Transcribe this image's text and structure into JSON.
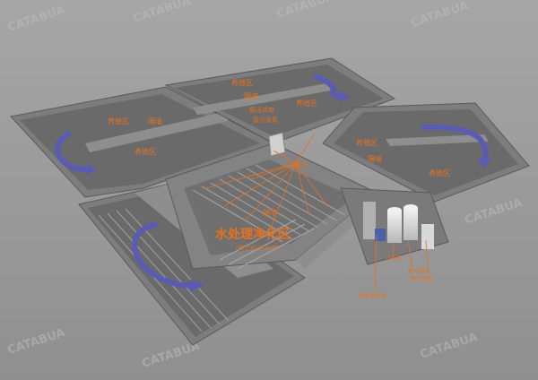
{
  "watermark": "CATABUA",
  "labels": {
    "breeding_zone_a": "养殖区",
    "dam_a": "隔墙",
    "breeding_zone_b": "养殖区",
    "breeding_zone_c": "养殖区",
    "dam_b": "隔墙",
    "sewage_center_1": "集污井南",
    "sewage_center_2": "管污泥系",
    "breeding_zone_d": "养殖区",
    "breeding_zone_e": "养殖区",
    "dam_c": "隔墙",
    "breeding_zone_f": "养殖区",
    "drain_top": "集污",
    "dam_d": "隔墙",
    "water_treatment": "水处理净化区",
    "water_treatment_sub": "（微滤机·生化池）",
    "equip_a": "设备间",
    "equip_b": "氧气供应",
    "equip_c": "紫外杀菌",
    "equip_d": "臭氧发生器"
  },
  "colors": {
    "label": "#e8701e",
    "flow_arrow": "#5a5cb4",
    "pond": "#6b6b6b",
    "wall": "#8c8c8c",
    "background": "#9a9a9a"
  }
}
